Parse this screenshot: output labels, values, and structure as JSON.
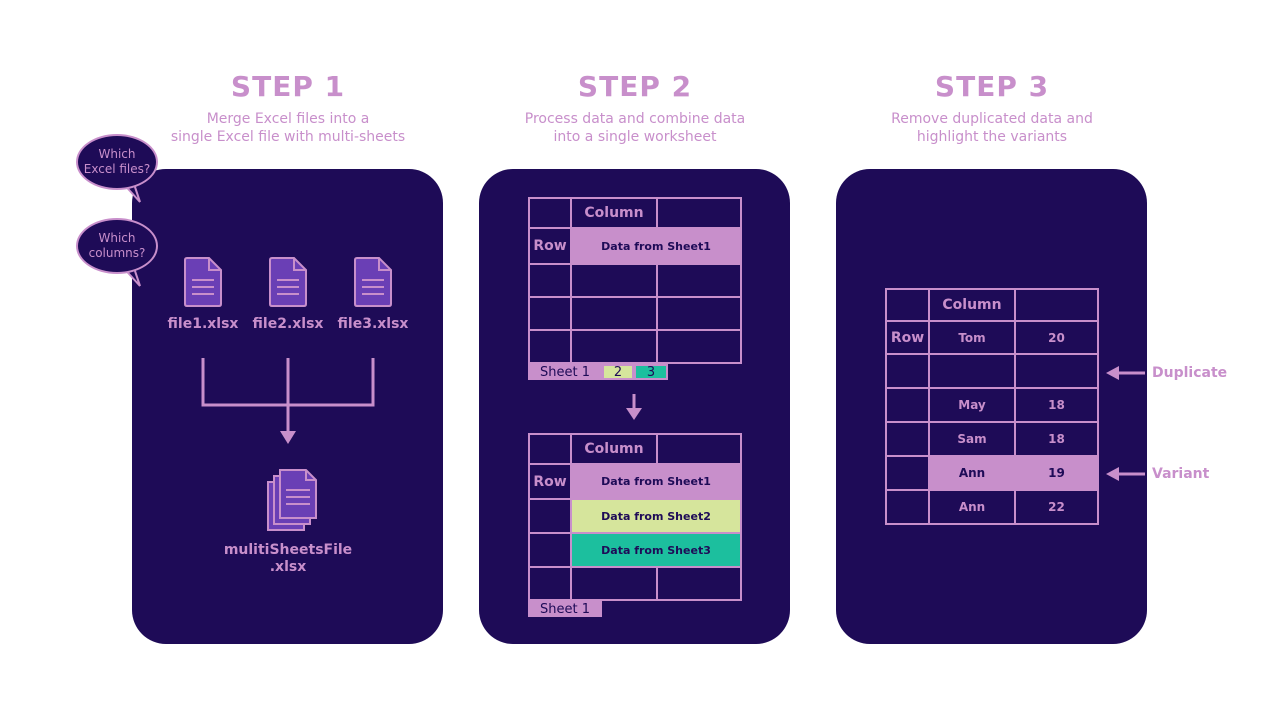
{
  "steps": [
    {
      "title": "STEP 1",
      "desc_line1": "Merge Excel files into a",
      "desc_line2": "single Excel file with multi-sheets"
    },
    {
      "title": "STEP 2",
      "desc_line1": "Process data and combine data",
      "desc_line2": "into a single worksheet"
    },
    {
      "title": "STEP 3",
      "desc_line1": "Remove duplicated data and",
      "desc_line2": "highlight the variants"
    }
  ],
  "step1": {
    "bubble1_line1": "Which",
    "bubble1_line2": "Excel files?",
    "bubble2_line1": "Which",
    "bubble2_line2": "columns?",
    "files": [
      "file1.xlsx",
      "file2.xlsx",
      "file3.xlsx"
    ],
    "output_line1": "mulitiSheetsFile",
    "output_line2": ".xlsx"
  },
  "step2": {
    "table1": {
      "column_header": "Column",
      "row_header": "Row",
      "data": "Data from Sheet1",
      "tabs": [
        "Sheet 1",
        "2",
        "3"
      ]
    },
    "table2": {
      "column_header": "Column",
      "row_header": "Row",
      "data": [
        "Data from Sheet1",
        "Data from Sheet2",
        "Data from Sheet3"
      ],
      "tab": "Sheet 1"
    }
  },
  "step3": {
    "column_header": "Column",
    "row_header": "Row",
    "rows": [
      {
        "name": "Tom",
        "value": "20"
      },
      {
        "name": "",
        "value": ""
      },
      {
        "name": "May",
        "value": "18"
      },
      {
        "name": "Sam",
        "value": "18"
      },
      {
        "name": "Ann",
        "value": "19"
      },
      {
        "name": "Ann",
        "value": "22"
      }
    ],
    "duplicate_label": "Duplicate",
    "variant_label": "Variant"
  },
  "colors": {
    "panel": "#1e0b57",
    "accent": "#c88fcb",
    "sheet2": "#d6e59c",
    "sheet3": "#1cbf9e"
  }
}
